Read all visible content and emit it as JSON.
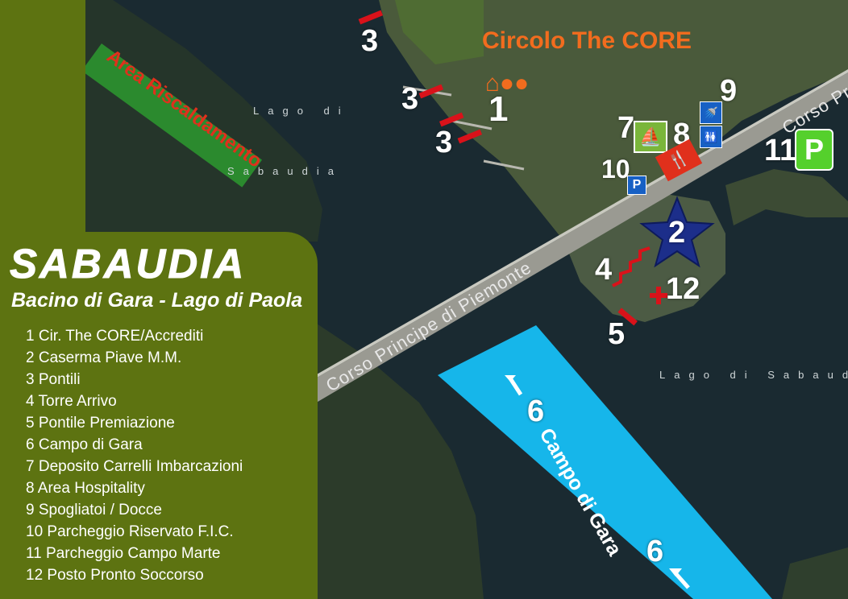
{
  "panel": {
    "title": "SABAUDIA",
    "subtitle": "Bacino di Gara - Lago di Paola"
  },
  "legend": [
    "1 Cir. The CORE/Accrediti",
    "2 Caserma Piave M.M.",
    "3 Pontili",
    "4 Torre Arrivo",
    "5 Pontile Premiazione",
    "6 Campo di Gara",
    "7 Deposito  Carrelli Imbarcazioni",
    "8 Area Hospitality",
    "9 Spogliatoi / Docce",
    "10 Parcheggio Riservato F.I.C.",
    "11 Parcheggio Campo Marte",
    "12 Posto Pronto Soccorso"
  ],
  "map_labels": {
    "circolo": "Circolo The CORE",
    "area_riscaldamento": "Area Riscaldamento",
    "campo_di_gara": "Campo di Gara",
    "corso_principe": "Corso Principe di Piemonte",
    "corso_pr": "Corso Pr",
    "lago_di_sabaudia_left_1": "Lago di",
    "lago_di_sabaudia_left_2": "Sabaudia",
    "lago_di_sabaudia_right": "Lago di Sabaud"
  },
  "markers": {
    "n1": "1",
    "n2": "2",
    "n3a": "3",
    "n3b": "3",
    "n3c": "3",
    "n4": "4",
    "n5": "5",
    "n6a": "6",
    "n6b": "6",
    "n7": "7",
    "n8": "8",
    "n9": "9",
    "n10": "10",
    "n11": "11",
    "n12": "12"
  },
  "icons": {
    "parking": "P",
    "first_aid": "+"
  },
  "colors": {
    "panel_green": "#5d7311",
    "core_orange": "#f26c1e",
    "campo_blue": "#16b6ea",
    "parking_green": "#55d02c",
    "parking_blue": "#1760c4",
    "warmup_green": "#2b8a2e",
    "warmup_red": "#e0301c",
    "marker_red": "#d9121a",
    "star_navy": "#1c2e8a"
  }
}
